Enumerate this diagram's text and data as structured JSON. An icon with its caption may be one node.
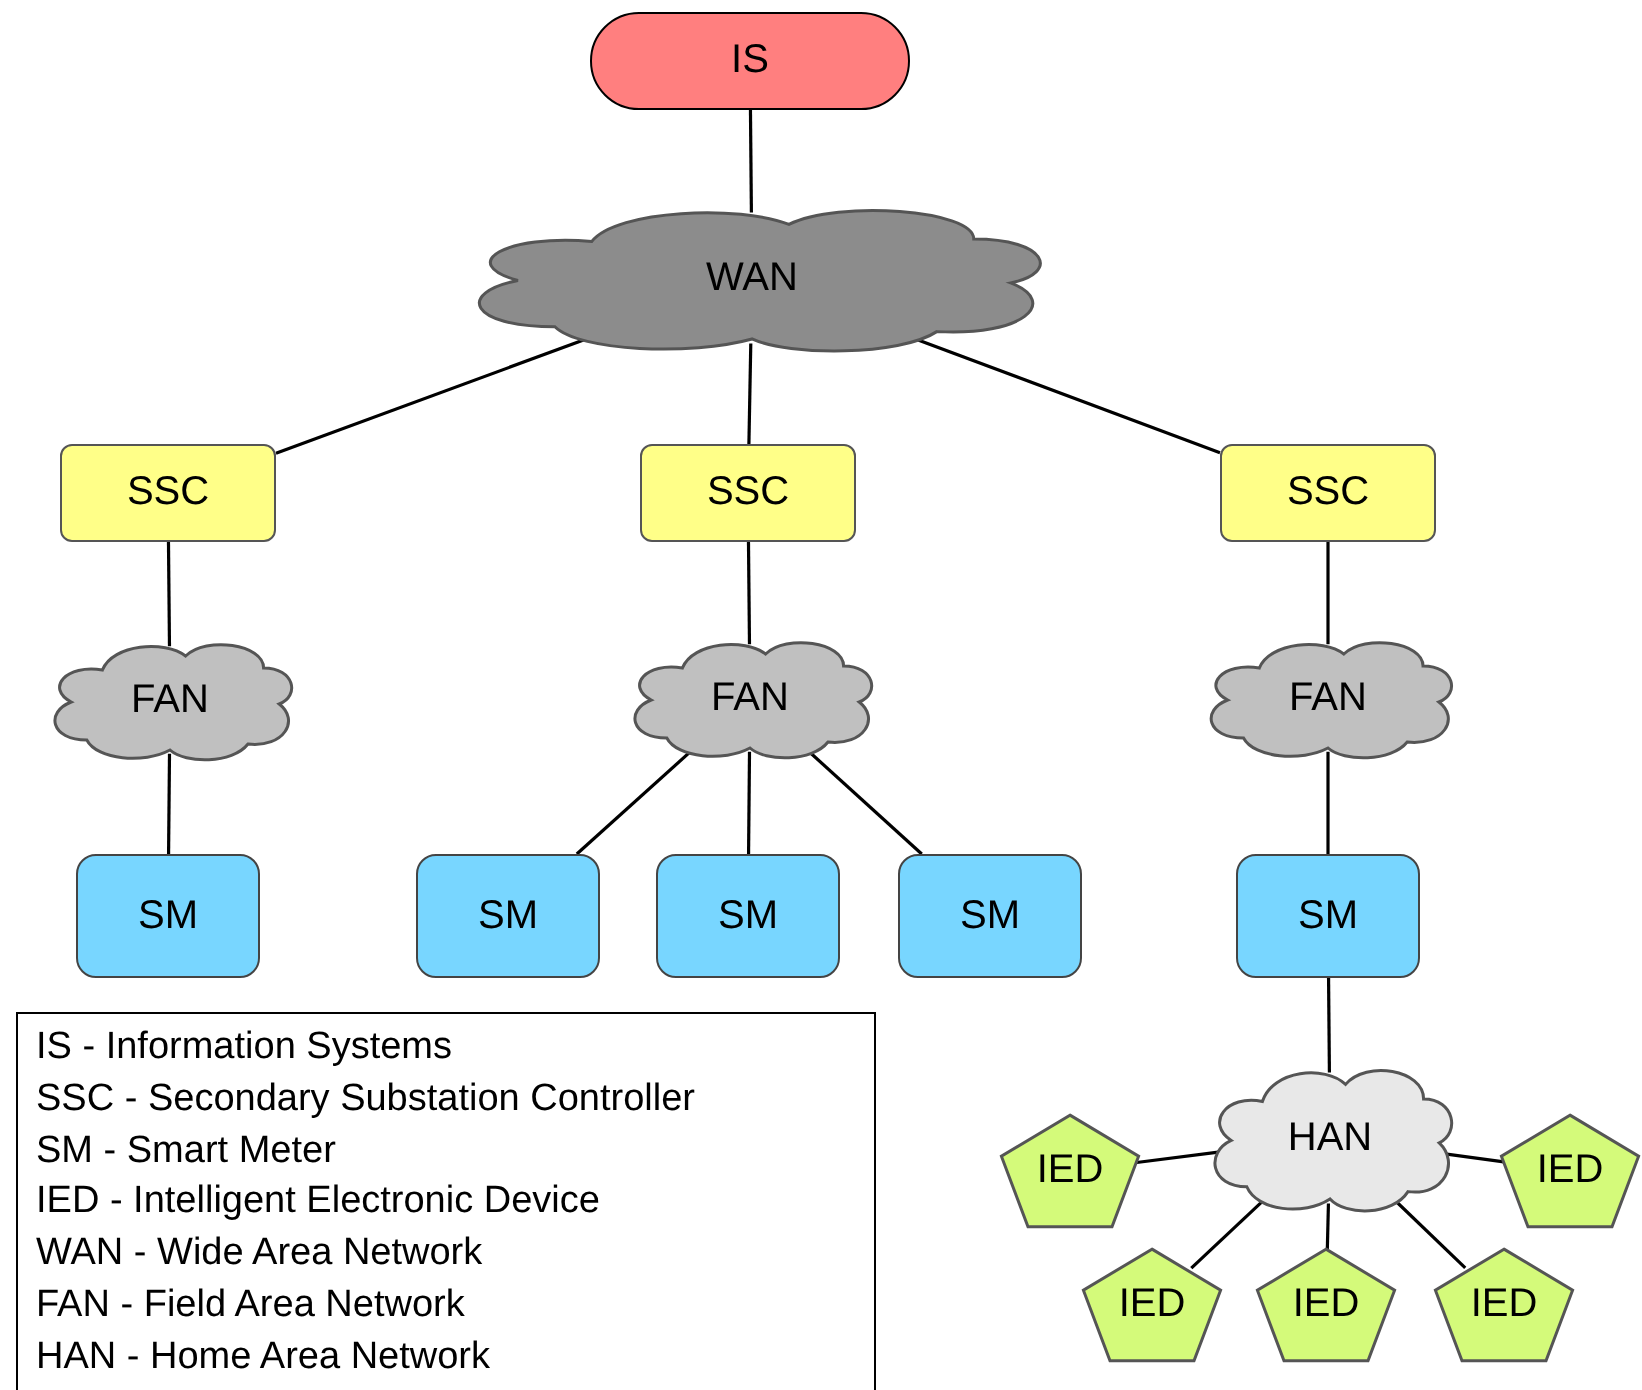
{
  "diagram": {
    "nodes": [
      {
        "text": [
          "IS"
        ]
      },
      {
        "text": [
          "WAN"
        ]
      },
      {
        "text": [
          "SSC"
        ]
      },
      {
        "text": [
          "SSC"
        ]
      },
      {
        "text": [
          "SSC"
        ]
      },
      {
        "text": [
          "FAN"
        ]
      },
      {
        "text": [
          "FAN"
        ]
      },
      {
        "text": [
          "FAN"
        ]
      },
      {
        "text": [
          "SM"
        ]
      },
      {
        "text": [
          "SM"
        ]
      },
      {
        "text": [
          "SM"
        ]
      },
      {
        "text": [
          "SM"
        ]
      },
      {
        "text": [
          "SM"
        ]
      },
      {
        "text": [
          "HAN"
        ]
      },
      {
        "text": [
          "IED"
        ]
      },
      {
        "text": [
          "IED"
        ]
      },
      {
        "text": [
          "IED"
        ]
      },
      {
        "text": [
          "IED"
        ]
      },
      {
        "text": [
          "IED"
        ]
      }
    ],
    "edges": [
      {
        "from": 0,
        "to": 1,
        "arrow": "none"
      },
      {
        "from": 1,
        "to": 2,
        "arrow": "none"
      },
      {
        "from": 1,
        "to": 3,
        "arrow": "none"
      },
      {
        "from": 1,
        "to": 4,
        "arrow": "none"
      },
      {
        "from": 2,
        "to": 5,
        "arrow": "none"
      },
      {
        "from": 3,
        "to": 6,
        "arrow": "none"
      },
      {
        "from": 4,
        "to": 7,
        "arrow": "none"
      },
      {
        "from": 5,
        "to": 8,
        "arrow": "none"
      },
      {
        "from": 6,
        "to": 9,
        "arrow": "none"
      },
      {
        "from": 6,
        "to": 10,
        "arrow": "none"
      },
      {
        "from": 6,
        "to": 11,
        "arrow": "none"
      },
      {
        "from": 7,
        "to": 12,
        "arrow": "none"
      },
      {
        "from": 12,
        "to": 13,
        "arrow": "none"
      },
      {
        "from": 13,
        "to": 14,
        "arrow": "none"
      },
      {
        "from": 13,
        "to": 15,
        "arrow": "none"
      },
      {
        "from": 13,
        "to": 16,
        "arrow": "none"
      },
      {
        "from": 13,
        "to": 17,
        "arrow": "none"
      },
      {
        "from": 13,
        "to": 18,
        "arrow": "none"
      }
    ],
    "labels": [
      "IS - Information Systems",
      "SSC - Secondary Substation Controller",
      "SM - Smart Meter",
      "IED - Intelligent Electronic Device",
      "WAN - Wide Area Network",
      "FAN - Field Area Network",
      "HAN - Home Area Network"
    ]
  }
}
